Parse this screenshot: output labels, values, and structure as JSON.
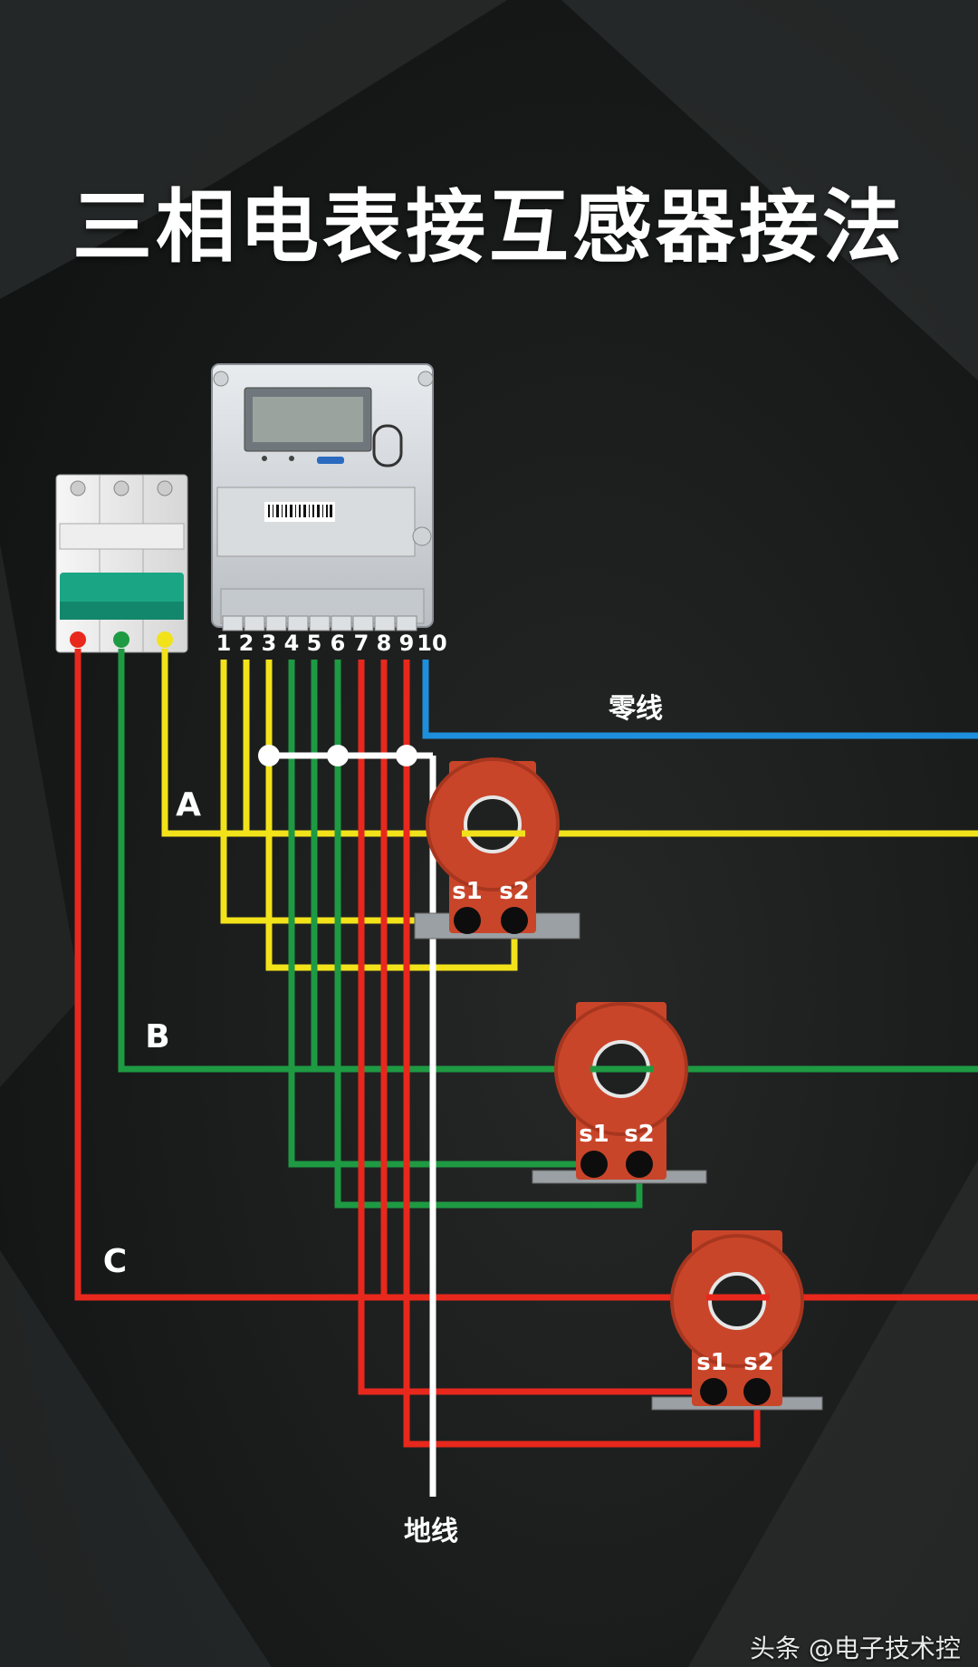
{
  "title": "三相电表接互感器接法",
  "meter": {
    "terminals": [
      "1",
      "2",
      "3",
      "4",
      "5",
      "6",
      "7",
      "8",
      "9",
      "10"
    ]
  },
  "labels": {
    "phase_a": "A",
    "phase_b": "B",
    "phase_c": "C",
    "neutral": "零线",
    "ground": "地线"
  },
  "ct": {
    "s1": "s1",
    "s2": "s2"
  },
  "watermark": "头条 @电子技术控",
  "colors": {
    "phase_a": "#f2e21a",
    "phase_b": "#1e9a43",
    "phase_c": "#e8281c",
    "neutral": "#1d8fdc",
    "ground": "#ffffff",
    "ct_body": "#c9452a"
  }
}
